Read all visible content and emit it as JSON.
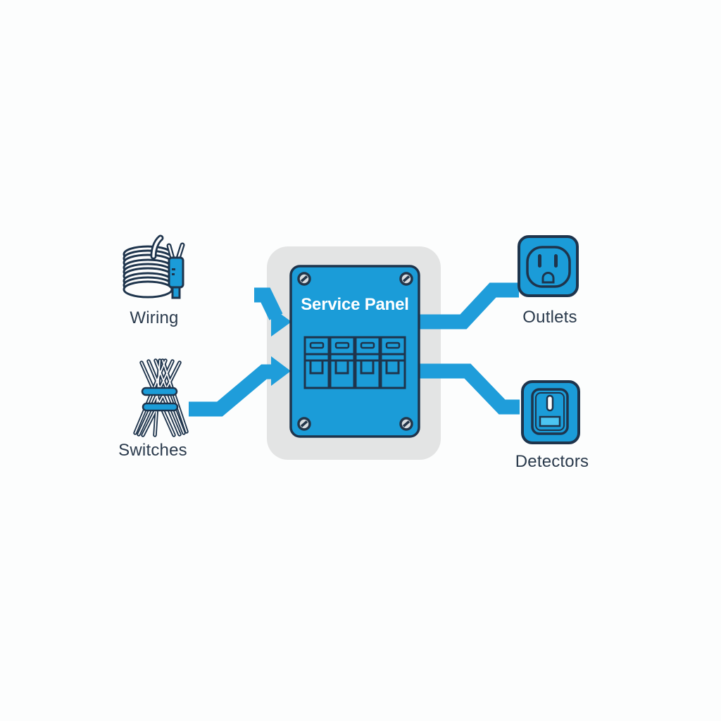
{
  "diagram": {
    "title": "Service Panel",
    "inputs": [
      {
        "label": "Wiring",
        "icon": "wire-coil-icon"
      },
      {
        "label": "Switches",
        "icon": "wire-bundle-icon"
      }
    ],
    "outputs": [
      {
        "label": "Outlets",
        "icon": "outlet-icon"
      },
      {
        "label": "Detectors",
        "icon": "rocker-switch-icon"
      }
    ],
    "panel": {
      "breaker_count": 4,
      "screw_count": 4
    },
    "colors": {
      "accent_blue": "#1b9cd8",
      "outline_navy": "#1e344c",
      "backdrop_gray": "#e3e4e4",
      "light_blue": "#4cc5f2",
      "label_text": "#2a3a4c",
      "title_text": "#ffffff",
      "background": "#fcfdfd"
    }
  }
}
